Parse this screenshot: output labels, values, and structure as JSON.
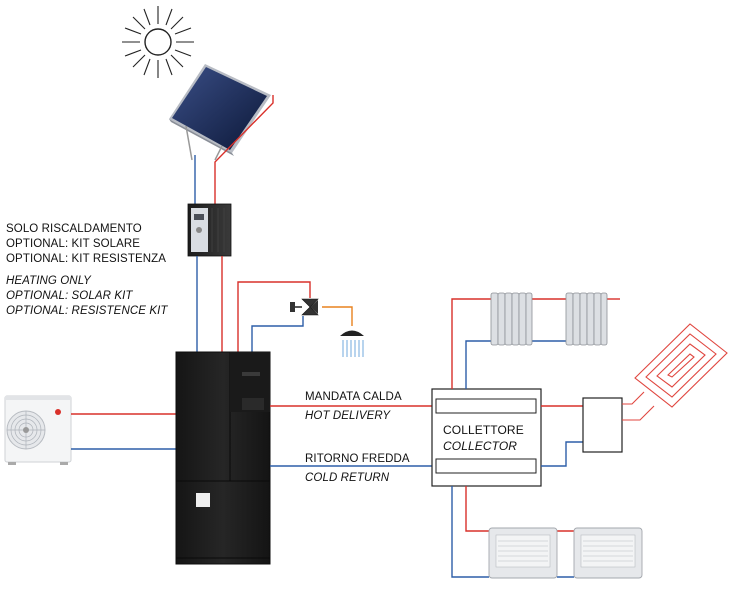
{
  "notes": {
    "it_lines": [
      "SOLO RISCALDAMENTO",
      "OPTIONAL: KIT SOLARE",
      "OPTIONAL: KIT RESISTENZA"
    ],
    "en_lines": [
      "HEATING ONLY",
      "OPTIONAL: SOLAR KIT",
      "OPTIONAL: RESISTENCE KIT"
    ]
  },
  "lines": {
    "hot_it": "MANDATA CALDA",
    "hot_en": "HOT DELIVERY",
    "cold_it": "RITORNO FREDDA",
    "cold_en": "COLD RETURN"
  },
  "collector": {
    "label_it": "COLLETTORE",
    "label_en": "COLLECTOR"
  },
  "colors": {
    "hot_pipe": "#d9302a",
    "cold_pipe": "#2d5ea8",
    "dhw_pipe": "#e8821e",
    "unit_body": "#1e1e1e"
  },
  "icons": [
    "sun-icon",
    "solar-panel-icon",
    "solar-kit-icon",
    "outdoor-unit-icon",
    "heat-pump-unit-icon",
    "mixing-valve-icon",
    "shower-icon",
    "radiator-icon",
    "fan-coil-icon",
    "underfloor-heating-icon",
    "collector-box-icon",
    "mixing-module-icon"
  ]
}
